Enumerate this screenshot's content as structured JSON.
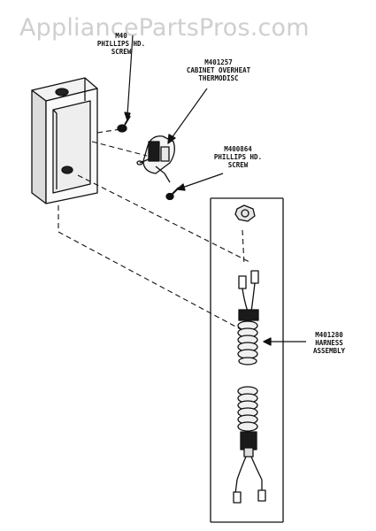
{
  "watermark": "AppliancePartsPros.com",
  "parts": {
    "screw_top": {
      "part_no": "M40",
      "line1": "PHILLIPS HD.",
      "line2": "SCREW"
    },
    "thermodisc": {
      "part_no": "M401257",
      "line1": "CABINET OVERHEAT",
      "line2": "THERMODISC"
    },
    "screw_mid": {
      "part_no": "M400864",
      "line1": "PHILLIPS HD.",
      "line2": "SCREW"
    },
    "harness": {
      "part_no": "M401280",
      "line1": "HARNESS",
      "line2": "ASSEMBLY"
    }
  }
}
